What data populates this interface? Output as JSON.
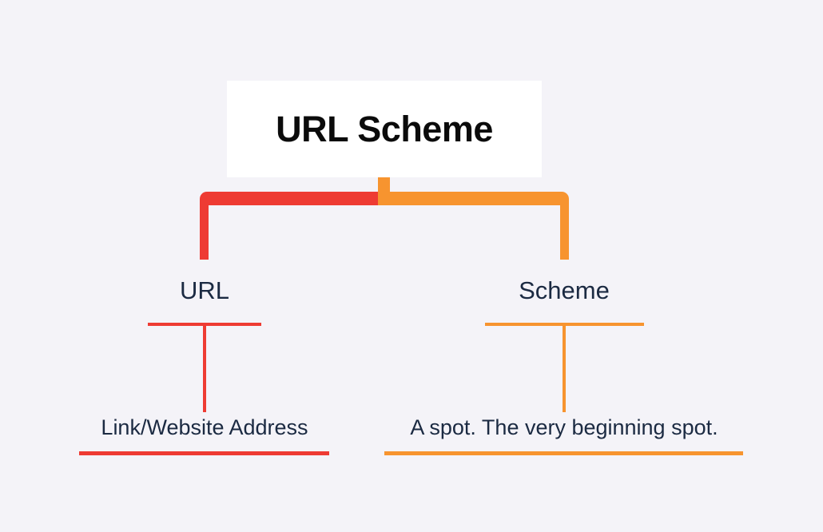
{
  "diagram": {
    "type": "tree",
    "background_color": "#f4f3f8",
    "root": {
      "title": "URL Scheme",
      "card_color": "#ffffff",
      "text_color": "#0b0b0b"
    },
    "branches": [
      {
        "label": "URL",
        "description": "Link/Website Address",
        "color": "#ee3b33",
        "color_name": "red",
        "side": "left"
      },
      {
        "label": "Scheme",
        "description": "A spot. The very beginning spot.",
        "color": "#f7942f",
        "color_name": "orange",
        "side": "right"
      }
    ],
    "label_text_color": "#1b2a42"
  }
}
